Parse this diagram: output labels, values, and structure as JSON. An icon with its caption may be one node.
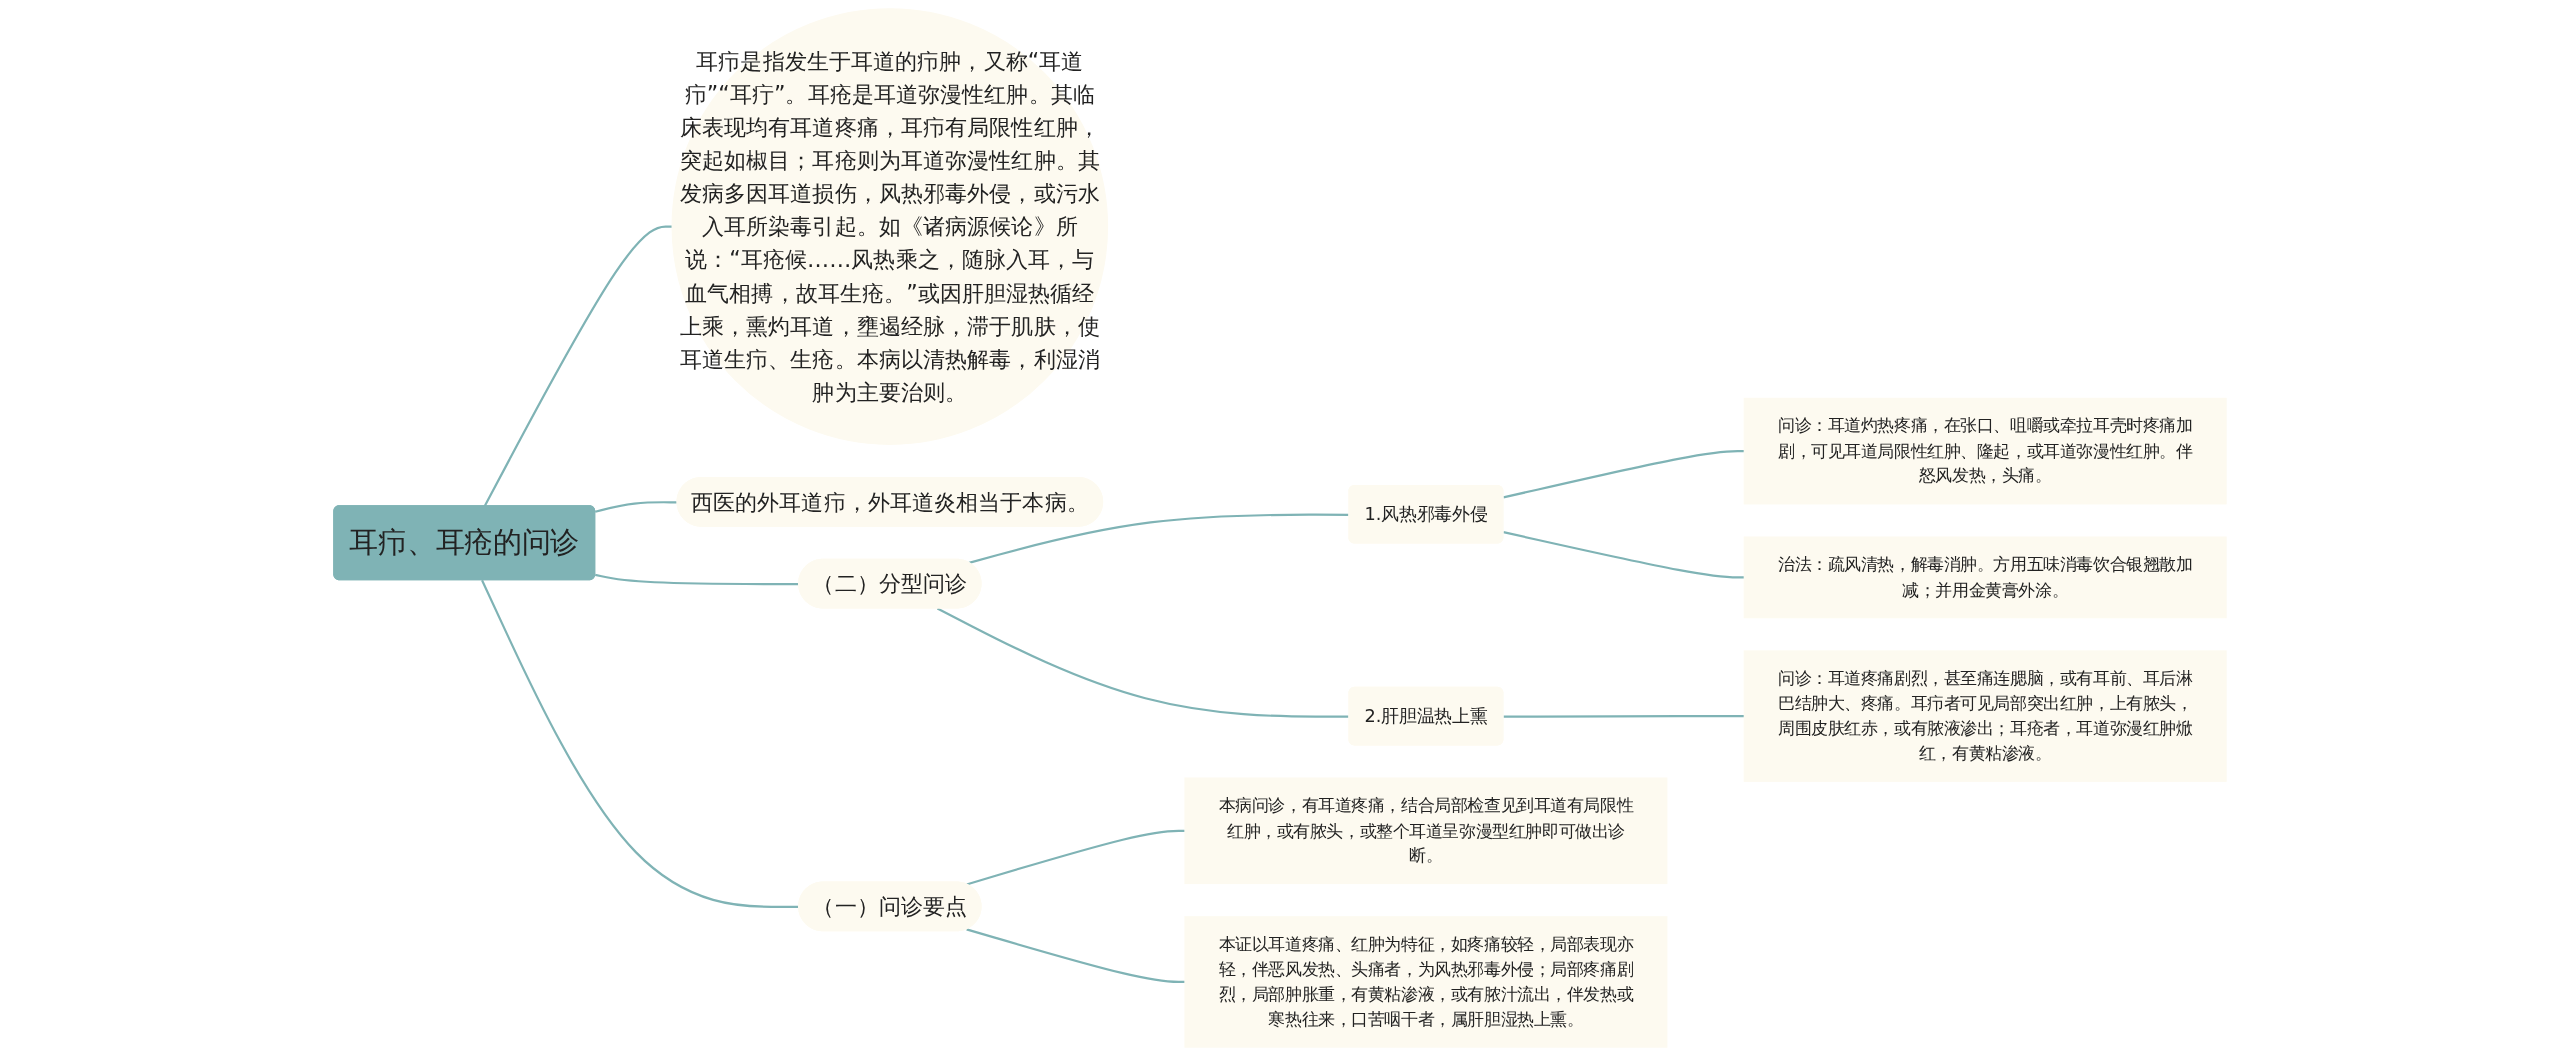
{
  "diagram": {
    "nodes": [
      {
        "text": [
          "耳疖、耳疮的问诊"
        ]
      },
      {
        "text": [
          "耳疖是指发生于耳道的疖肿，又称“耳道疖”“耳疔”。耳疮是耳道弥漫性红肿。其临床表现均有耳道疼痛，耳疖有局限性红肿，突起如椒目；耳疮则为耳道弥漫性红肿。其发病多因耳道损伤，风热邪毒外侵，或污水入耳所染毒引起。如《诸病源候论》所说：“耳疮候……风热乘之，随脉入耳，与血气相搏，故耳生疮。”或因肝胆湿热循经上乘，熏灼耳道，壅遏经脉，滞于肌肤，使耳道生疖、生疮。本病以清热解毒，利湿消肿为主要治则。"
        ]
      },
      {
        "text": [
          "西医的外耳道疖，外耳道炎相当于本病。"
        ]
      },
      {
        "text": [
          "（二）分型问诊"
        ]
      },
      {
        "text": [
          "1.风热邪毒外侵"
        ]
      },
      {
        "text": [
          "问诊：耳道灼热疼痛，在张口、咀嚼或牵拉耳壳时疼痛加剧，可见耳道局限性红肿、隆起，或耳道弥漫性红肿。伴怒风发热，头痛。"
        ]
      },
      {
        "text": [
          "治法：疏风清热，解毒消肿。方用五味消毒饮合银翘散加减；并用金黄膏外涂。"
        ]
      },
      {
        "text": [
          "2.肝胆温热上熏"
        ]
      },
      {
        "text": [
          "问诊：耳道疼痛剧烈，甚至痛连腮脑，或有耳前、耳后淋巴结肿大、疼痛。耳疖者可见局部突出红肿，上有脓头，周围皮肤红赤，或有脓液渗出；耳疮者，耳道弥漫红肿焮红，有黄粘渗液。"
        ]
      },
      {
        "text": [
          "（一）问诊要点"
        ]
      },
      {
        "text": [
          "本病问诊，有耳道疼痛，结合局部检查见到耳道有局限性红肿，或有脓头，或整个耳道呈弥漫型红肿即可做出诊断。"
        ]
      },
      {
        "text": [
          "本证以耳道疼痛、红肿为特征，如疼痛较轻，局部表现亦轻，伴恶风发热、头痛者，为风热邪毒外侵；局部疼痛剧烈，局部肿胀重，有黄粘渗液，或有脓汁流出，伴发热或寒热往来，口苦咽干者，属肝胆湿热上熏。"
        ]
      }
    ],
    "edges": [
      {
        "from": 0,
        "to": 1,
        "arrow": "none"
      },
      {
        "from": 0,
        "to": 2,
        "arrow": "none"
      },
      {
        "from": 0,
        "to": 3,
        "arrow": "none"
      },
      {
        "from": 3,
        "to": 4,
        "arrow": "none"
      },
      {
        "from": 4,
        "to": 5,
        "arrow": "none"
      },
      {
        "from": 4,
        "to": 6,
        "arrow": "none"
      },
      {
        "from": 3,
        "to": 7,
        "arrow": "none"
      },
      {
        "from": 7,
        "to": 8,
        "arrow": "none"
      },
      {
        "from": 0,
        "to": 9,
        "arrow": "none"
      },
      {
        "from": 9,
        "to": 10,
        "arrow": "none"
      },
      {
        "from": 9,
        "to": 11,
        "arrow": "none"
      }
    ]
  }
}
